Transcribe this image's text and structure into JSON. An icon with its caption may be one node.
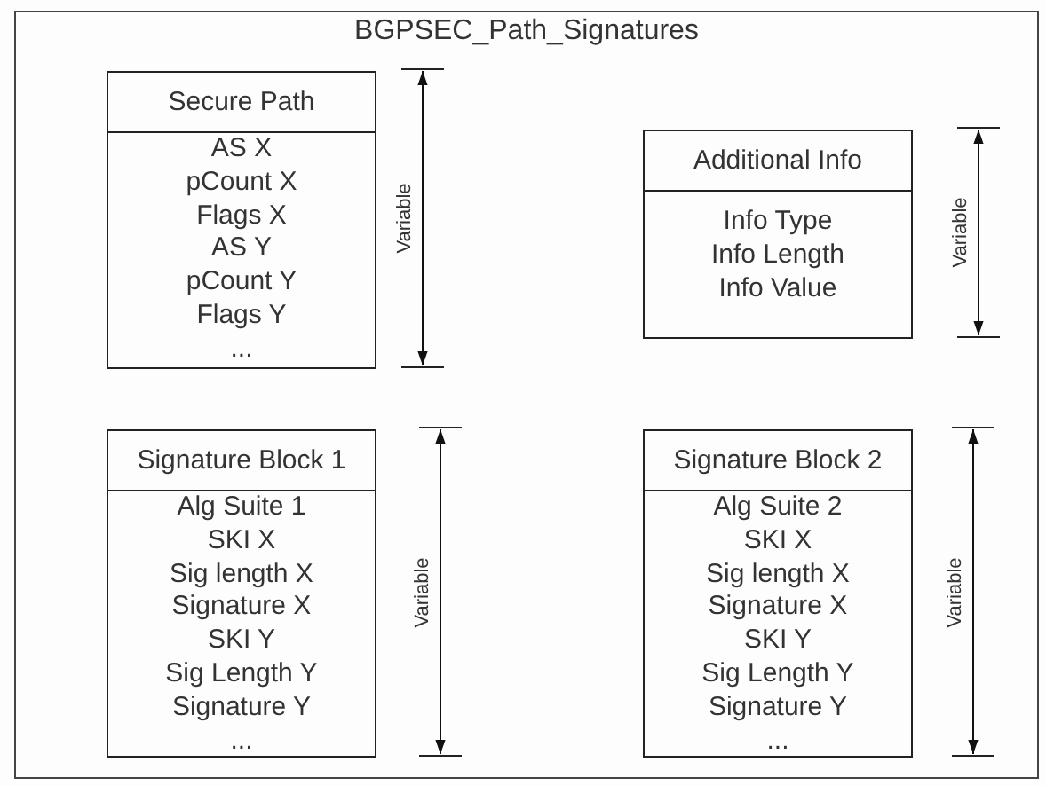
{
  "diagram": {
    "nodes": [
      {
        "text": [
          "BGPSEC_Path_Signatures"
        ]
      },
      {
        "text": [
          "Secure Path",
          "AS X",
          "pCount X",
          "Flags X",
          "AS Y",
          "pCount Y",
          "Flags Y",
          "..."
        ],
        "in": 0
      },
      {
        "text": [
          "Additional Info",
          "Info Type",
          "Info Length",
          "Info Value"
        ],
        "in": 0
      },
      {
        "text": [
          "Signature Block 1",
          "Alg Suite 1",
          "SKI X",
          "Sig length X",
          "Signature X",
          "SKI Y",
          "Sig Length Y",
          "Signature Y",
          "..."
        ],
        "in": 0
      },
      {
        "text": [
          "Signature Block 2",
          "Alg Suite 2",
          "SKI X",
          "Sig length X",
          "Signature X",
          "SKI Y",
          "Sig Length Y",
          "Signature Y",
          "..."
        ],
        "in": 0
      }
    ],
    "edges": [],
    "labels": [
      "Variable",
      "Variable",
      "Variable",
      "Variable"
    ]
  }
}
